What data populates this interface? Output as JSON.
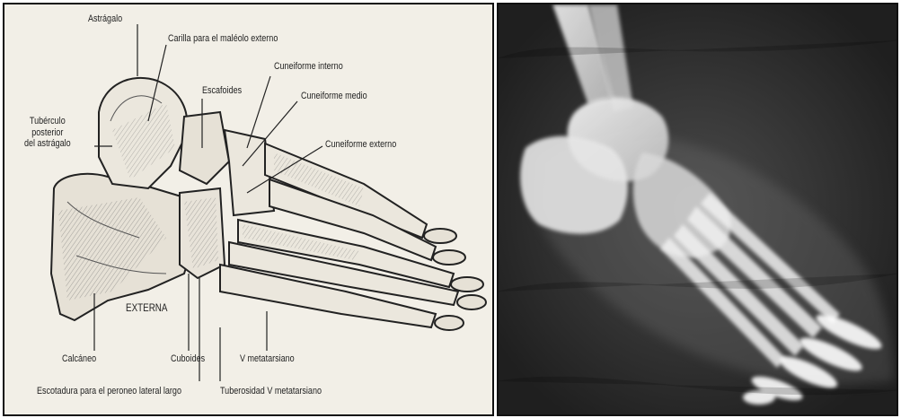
{
  "diagram": {
    "labels": {
      "astragalo": "Astrágalo",
      "carilla": "Carilla para el maléolo externo",
      "cuneiforme_interno": "Cuneiforme interno",
      "escafoides": "Escafoides",
      "cuneiforme_medio": "Cuneiforme medio",
      "tuberculo": "Tubérculo\nposterior\ndel astrágalo",
      "cuneiforme_externo": "Cuneiforme externo",
      "externa": "EXTERNA",
      "calcaneo": "Calcáneo",
      "cuboides": "Cuboides",
      "v_metatarsiano": "V metatarsiano",
      "escotadura": "Escotadura para el peroneo lateral largo",
      "tuberosidad": "Tuberosidad V metatarsiano"
    }
  }
}
